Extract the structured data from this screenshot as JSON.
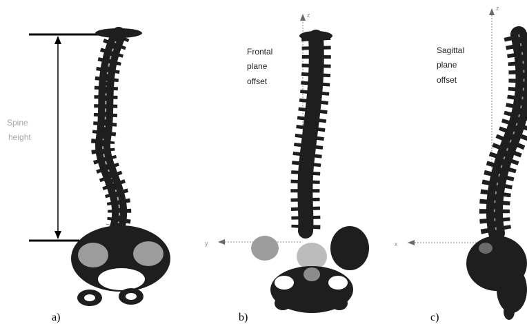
{
  "figure": {
    "panels": [
      {
        "id": "a",
        "caption": "a)",
        "annotation": [
          "Spine",
          "height"
        ]
      },
      {
        "id": "b",
        "caption": "b)",
        "annotation": [
          "Frontal",
          "plane",
          "offset"
        ],
        "axis_vertical": "z",
        "axis_horizontal": "y"
      },
      {
        "id": "c",
        "caption": "c)",
        "annotation": [
          "Sagittal",
          "plane",
          "offset"
        ],
        "axis_vertical": "z",
        "axis_horizontal": "x"
      }
    ],
    "colors": {
      "bone": "#1e1e1e",
      "annotation_text": "#a8a8a8",
      "axis": "#8a8a8a",
      "measure_line": "#000000"
    }
  }
}
